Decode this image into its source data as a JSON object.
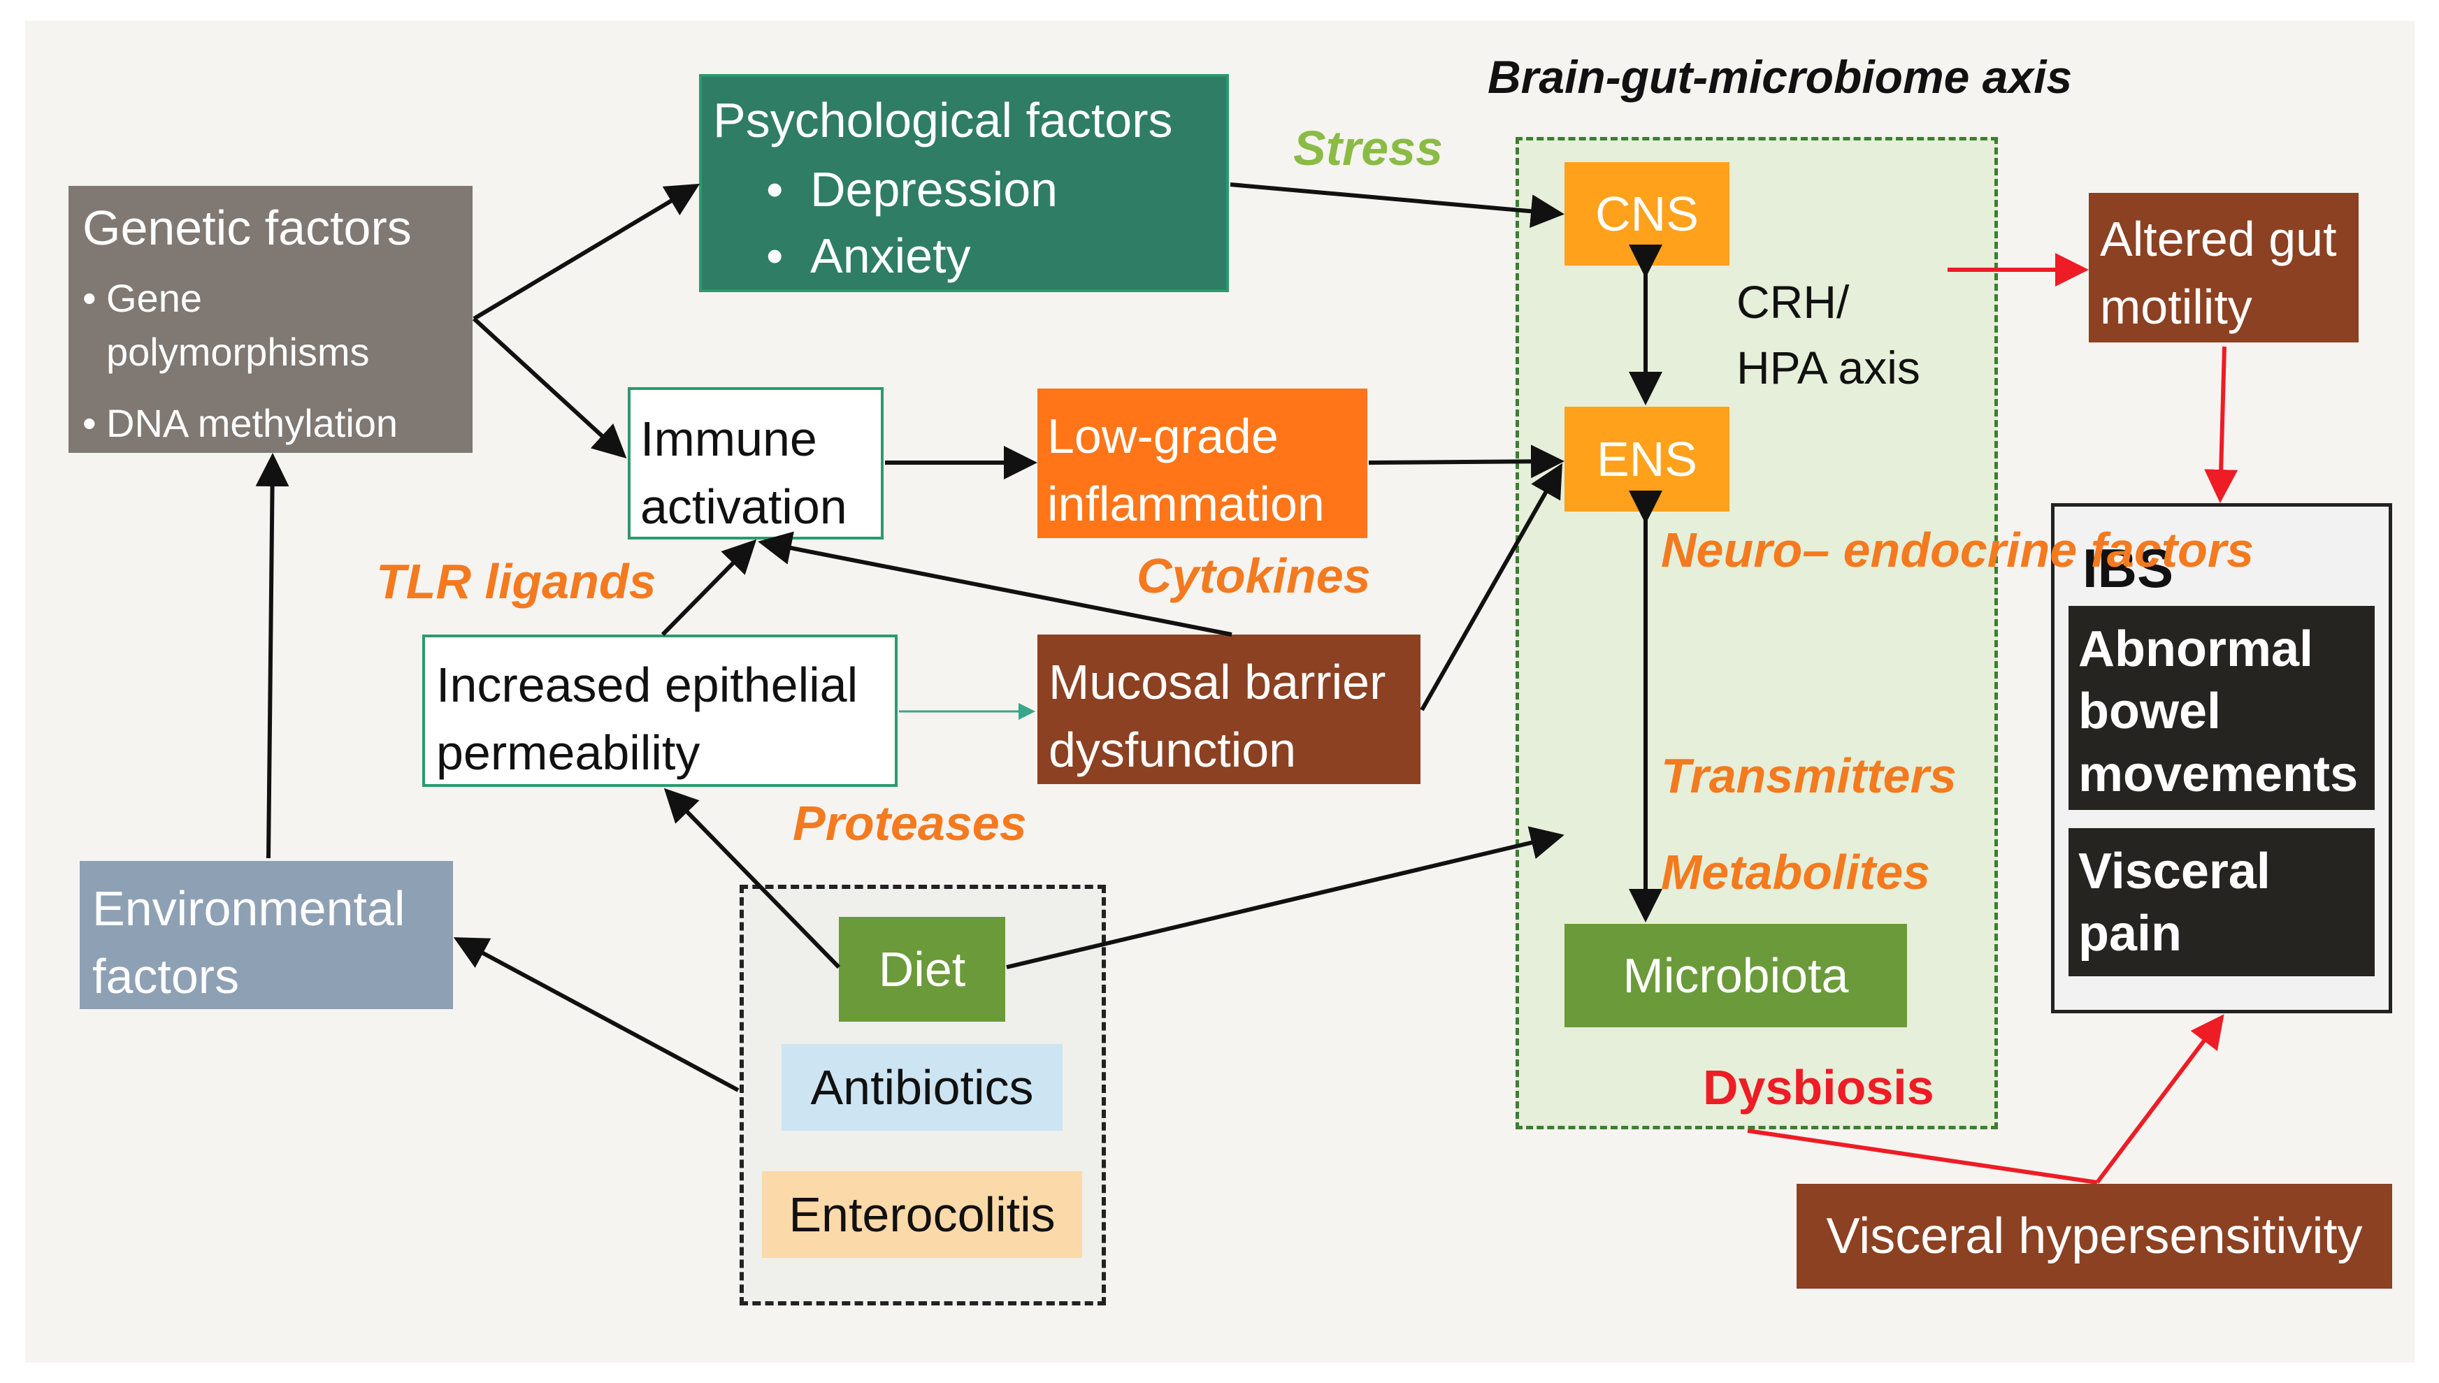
{
  "title": "Brain-gut-microbiome axis",
  "nodes": {
    "genetic": {
      "title": "Genetic factors",
      "items": [
        "Gene polymorphisms",
        "DNA methylation"
      ]
    },
    "environmental": {
      "label": "Environmental factors"
    },
    "psychological": {
      "title": "Psychological factors",
      "items": [
        "Depression",
        "Anxiety"
      ]
    },
    "immune": {
      "label": "Immune activation"
    },
    "inflammation": {
      "label": "Low-grade inflammation"
    },
    "epithelial": {
      "label": "Increased epithelial permeability"
    },
    "mucosal": {
      "label": "Mucosal barrier dysfunction"
    },
    "diet": {
      "label": "Diet"
    },
    "antibiotics": {
      "label": "Antibiotics"
    },
    "enterocolitis": {
      "label": "Enterocolitis"
    },
    "cns": {
      "label": "CNS"
    },
    "ens": {
      "label": "ENS"
    },
    "microbiota": {
      "label": "Microbiota"
    },
    "crh": {
      "line1": "CRH/",
      "line2": "HPA axis"
    },
    "motility": {
      "label": "Altered gut motility"
    },
    "visceral_hyper": {
      "label": "Visceral hypersensitivity"
    },
    "ibs": {
      "title": "IBS",
      "items": [
        "Abnormal bowel movements",
        "Visceral pain"
      ]
    }
  },
  "edge_labels": {
    "stress": "Stress",
    "tlr": "TLR ligands",
    "cytokines": "Cytokines",
    "proteases": "Proteases",
    "neuro1": "Neuro–",
    "neuro2": "endocrine",
    "neuro3": "factors",
    "transmitters": "Transmitters",
    "metabolites": "Metabolites",
    "dysbiosis": "Dysbiosis"
  },
  "colors": {
    "genetic": "#7f7873",
    "environmental": "#8ea0b4",
    "psychological": "#2e7d64",
    "inflammation": "#ff7518",
    "mucosal": "#8b4122",
    "diet": "#6b9a3a",
    "antibiotics": "#cde4f2",
    "enterocolitis": "#fcd9a9",
    "cns_ens": "#ffa11a",
    "microbiota": "#6b9a3a",
    "motility": "#8b4122",
    "ibs_inner": "#262421",
    "axis_bg": "#e6efd9",
    "orange_label": "#f47a1f",
    "stress_label": "#8bbb45",
    "dysbiosis_label": "#ee1c25",
    "red_arrow": "#ee1c25",
    "teal_arrow": "#37a689"
  }
}
